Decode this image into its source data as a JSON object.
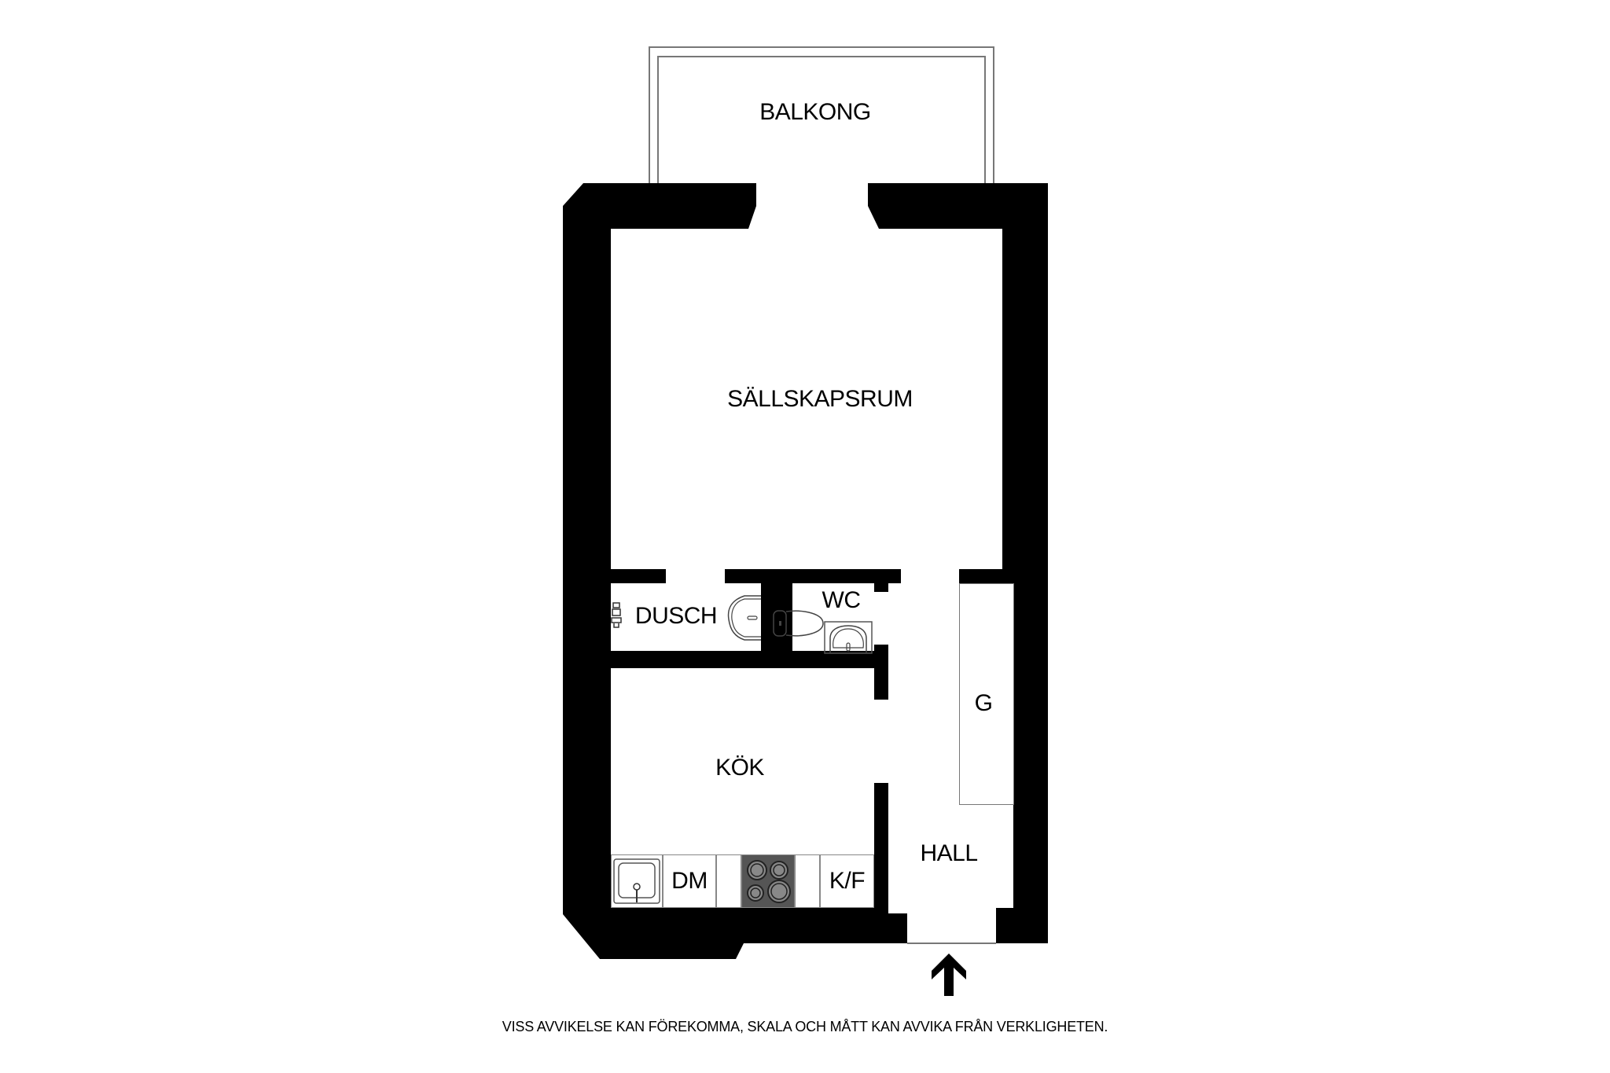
{
  "floorplan": {
    "rooms": {
      "balcony": "BALKONG",
      "living_room": "SÄLLSKAPSRUM",
      "shower": "DUSCH",
      "toilet": "WC",
      "wardrobe": "G",
      "kitchen": "KÖK",
      "hall": "HALL"
    },
    "appliances": {
      "dishwasher": "DM",
      "fridge_freezer": "K/F"
    },
    "entrance_marker": "entrance-arrow",
    "colors": {
      "wall": "#000000",
      "stove": "#555555",
      "line": "#777777"
    }
  },
  "footer": {
    "disclaimer": "VISS AVVIKELSE KAN FÖREKOMMA, SKALA OCH MÅTT KAN AVVIKA FRÅN VERKLIGHETEN."
  }
}
